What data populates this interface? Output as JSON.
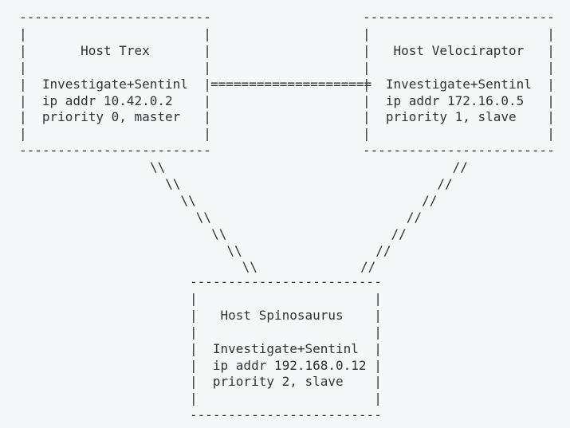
{
  "diagram": {
    "type": "ascii-network-topology",
    "title": "",
    "colors": {
      "background": "#f6f7f9",
      "text": "#2f3337"
    },
    "nodes": [
      {
        "id": "trex",
        "position": "top-left",
        "title": "Host Trex",
        "service": "Investigate+Sentinl",
        "ip_line": "ip addr 10.42.0.2",
        "ip": "10.42.0.2",
        "priority_line": "priority 0, master",
        "priority": 0,
        "role": "master",
        "box_width_chars": 25,
        "inner_width_chars": 23
      },
      {
        "id": "velociraptor",
        "position": "top-right",
        "title": "Host Velociraptor",
        "service": "Investigate+Sentinl",
        "ip_line": "ip addr 172.16.0.5",
        "ip": "172.16.0.5",
        "priority_line": "priority 1, slave",
        "priority": 1,
        "role": "slave",
        "box_width_chars": 25,
        "inner_width_chars": 23
      },
      {
        "id": "spinosaurus",
        "position": "bottom-center",
        "title": "Host Spinosaurus",
        "service": "Investigate+Sentinl",
        "ip_line": "ip addr 192.168.0.12",
        "ip": "192.168.0.12",
        "priority_line": "priority 2, slave",
        "priority": 2,
        "role": "slave",
        "box_width_chars": 25,
        "inner_width_chars": 23
      }
    ],
    "links": [
      {
        "id": "trex-velociraptor",
        "from": "trex",
        "to": "velociraptor",
        "style": "horizontal-double",
        "glyph": "=",
        "length_chars": 21,
        "label": ""
      },
      {
        "id": "trex-spinosaurus",
        "from": "trex",
        "to": "spinosaurus",
        "style": "diagonal-backslash",
        "glyph": "\\\\",
        "rows": 7
      },
      {
        "id": "velociraptor-spinosaurus",
        "from": "velociraptor",
        "to": "spinosaurus",
        "style": "diagonal-slash",
        "glyph": "//",
        "rows": 7
      }
    ],
    "border_glyphs": {
      "horizontal": "-",
      "vertical": "|"
    },
    "art": " -------------------------           -------------------------\n |                       |           |                       |\n |      Host Trex        |           |   Host Velociraptor   |\n |                       |           |                       |\n |  Investigate+Sentinl  | ===================== |  Investigate+Sentinl  |\n |  ip addr 10.42.0.2    |           |  ip addr 172.16.0.5   |\n |  priority 0, master   |           |  priority 1, slave    |\n |                       |           |                       |\n -------------------------           -------------------------"
  }
}
